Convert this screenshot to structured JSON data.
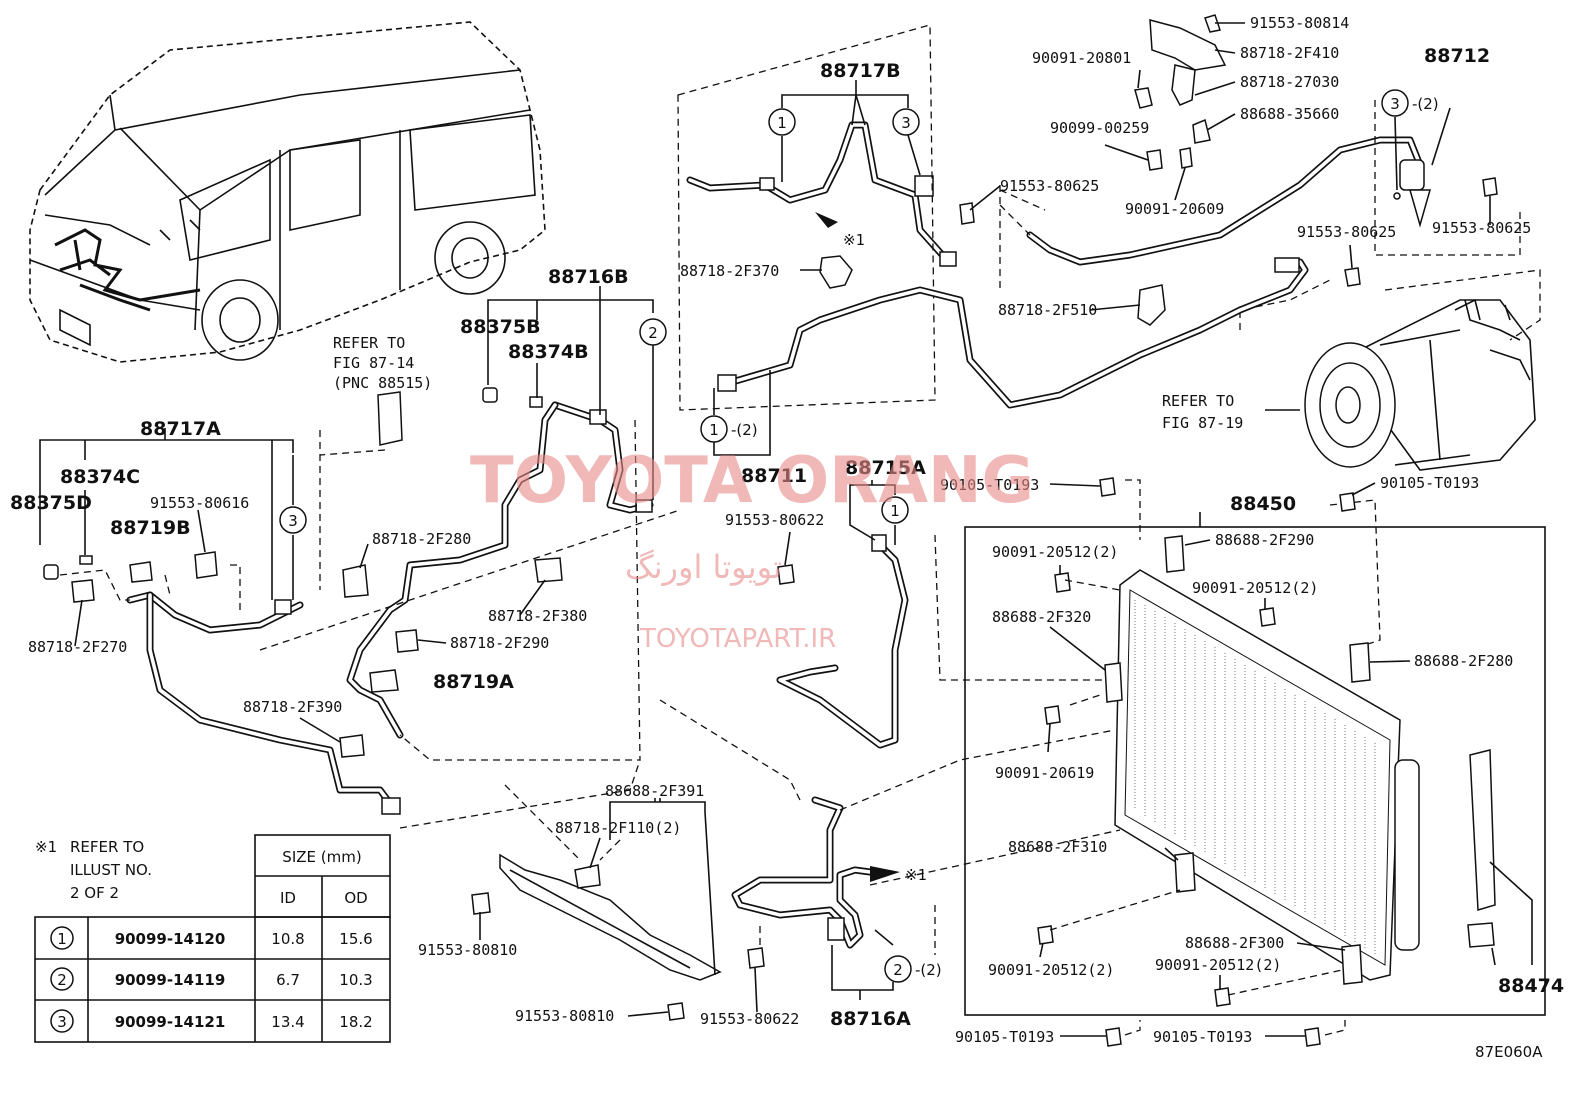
{
  "diagram": {
    "figure_code": "87E060A",
    "watermark": {
      "latin": "TOYOTA ORANG",
      "persian": "تویوتا اورنگ",
      "url": "TOYOTAPART.IR"
    },
    "refers": {
      "fig_87_14": {
        "line1": "REFER TO",
        "line2": "FIG 87-14",
        "line3": "(PNC 88515)"
      },
      "fig_87_19": {
        "line1": "REFER TO",
        "line2": "FIG 87-19"
      }
    },
    "note": {
      "mark": "※1",
      "line1": "REFER TO",
      "line2": "ILLUST NO.",
      "line3": "2 OF 2"
    },
    "arrow_mark": "※1",
    "size_table": {
      "header": "SIZE (mm)",
      "col_id": "ID",
      "col_od": "OD",
      "rows": [
        {
          "num": "1",
          "part": "90099-14120",
          "id": "10.8",
          "od": "15.6"
        },
        {
          "num": "2",
          "part": "90099-14119",
          "id": "6.7",
          "od": "10.3"
        },
        {
          "num": "3",
          "part": "90099-14121",
          "id": "13.4",
          "od": "18.2"
        }
      ]
    },
    "labels": {
      "p88717B": "88717B",
      "p88716B": "88716B",
      "p88717A": "88717A",
      "p88712": "88712",
      "p88711": "88711",
      "p88715A": "88715A",
      "p88716A": "88716A",
      "p88450": "88450",
      "p88474": "88474",
      "p88375B": "88375B",
      "p88374B": "88374B",
      "p88374C": "88374C",
      "p88375D": "88375D",
      "p88719B": "88719B",
      "p88719A": "88719A",
      "p91553_80814": "91553-80814",
      "p88718_2F410": "88718-2F410",
      "p90091_20801": "90091-20801",
      "p88718_27030": "88718-27030",
      "p88688_35660": "88688-35660",
      "p90099_00259": "90099-00259",
      "p91553_80625a": "91553-80625",
      "p90091_20609": "90091-20609",
      "p91553_80625b": "91553-80625",
      "p91553_80625c": "91553-80625",
      "p88718_2F370": "88718-2F370",
      "p88718_2F510": "88718-2F510",
      "p91553_80616": "91553-80616",
      "p88718_2F280": "88718-2F280",
      "p88718_2F380": "88718-2F380",
      "p88718_2F290": "88718-2F290",
      "p88718_2F270": "88718-2F270",
      "p88718_2F390": "88718-2F390",
      "p91553_80622a": "91553-80622",
      "p90105_T0193a": "90105-T0193",
      "p90105_T0193b": "90105-T0193",
      "p90091_20512a": "90091-20512(2)",
      "p88688_2F290": "88688-2F290",
      "p90091_20512b": "90091-20512(2)",
      "p88688_2F320": "88688-2F320",
      "p88688_2F280": "88688-2F280",
      "p90091_20619": "90091-20619",
      "p88688_2F391": "88688-2F391",
      "p88718_2F110": "88718-2F110(2)",
      "p88688_2F310": "88688-2F310",
      "p91553_80810a": "91553-80810",
      "p91553_80810b": "91553-80810",
      "p91553_80622b": "91553-80622",
      "p90091_20512c": "90091-20512(2)",
      "p88688_2F300": "88688-2F300",
      "p90091_20512d": "90091-20512(2)",
      "p90105_T0193c": "90105-T0193",
      "p90105_T0193d": "90105-T0193"
    },
    "circle_marks": {
      "c1_88717B": "1",
      "c3_88717B": "3",
      "c3_88712": "3",
      "c3_88712_suffix": "-(2)",
      "c2_88716B": "2",
      "c3_88717A": "3",
      "c1_88711": "1",
      "c1_88711_suffix": "-(2)",
      "c1_88715A": "1",
      "c2_88716A": "2",
      "c2_88716A_suffix": "-(2)"
    }
  }
}
